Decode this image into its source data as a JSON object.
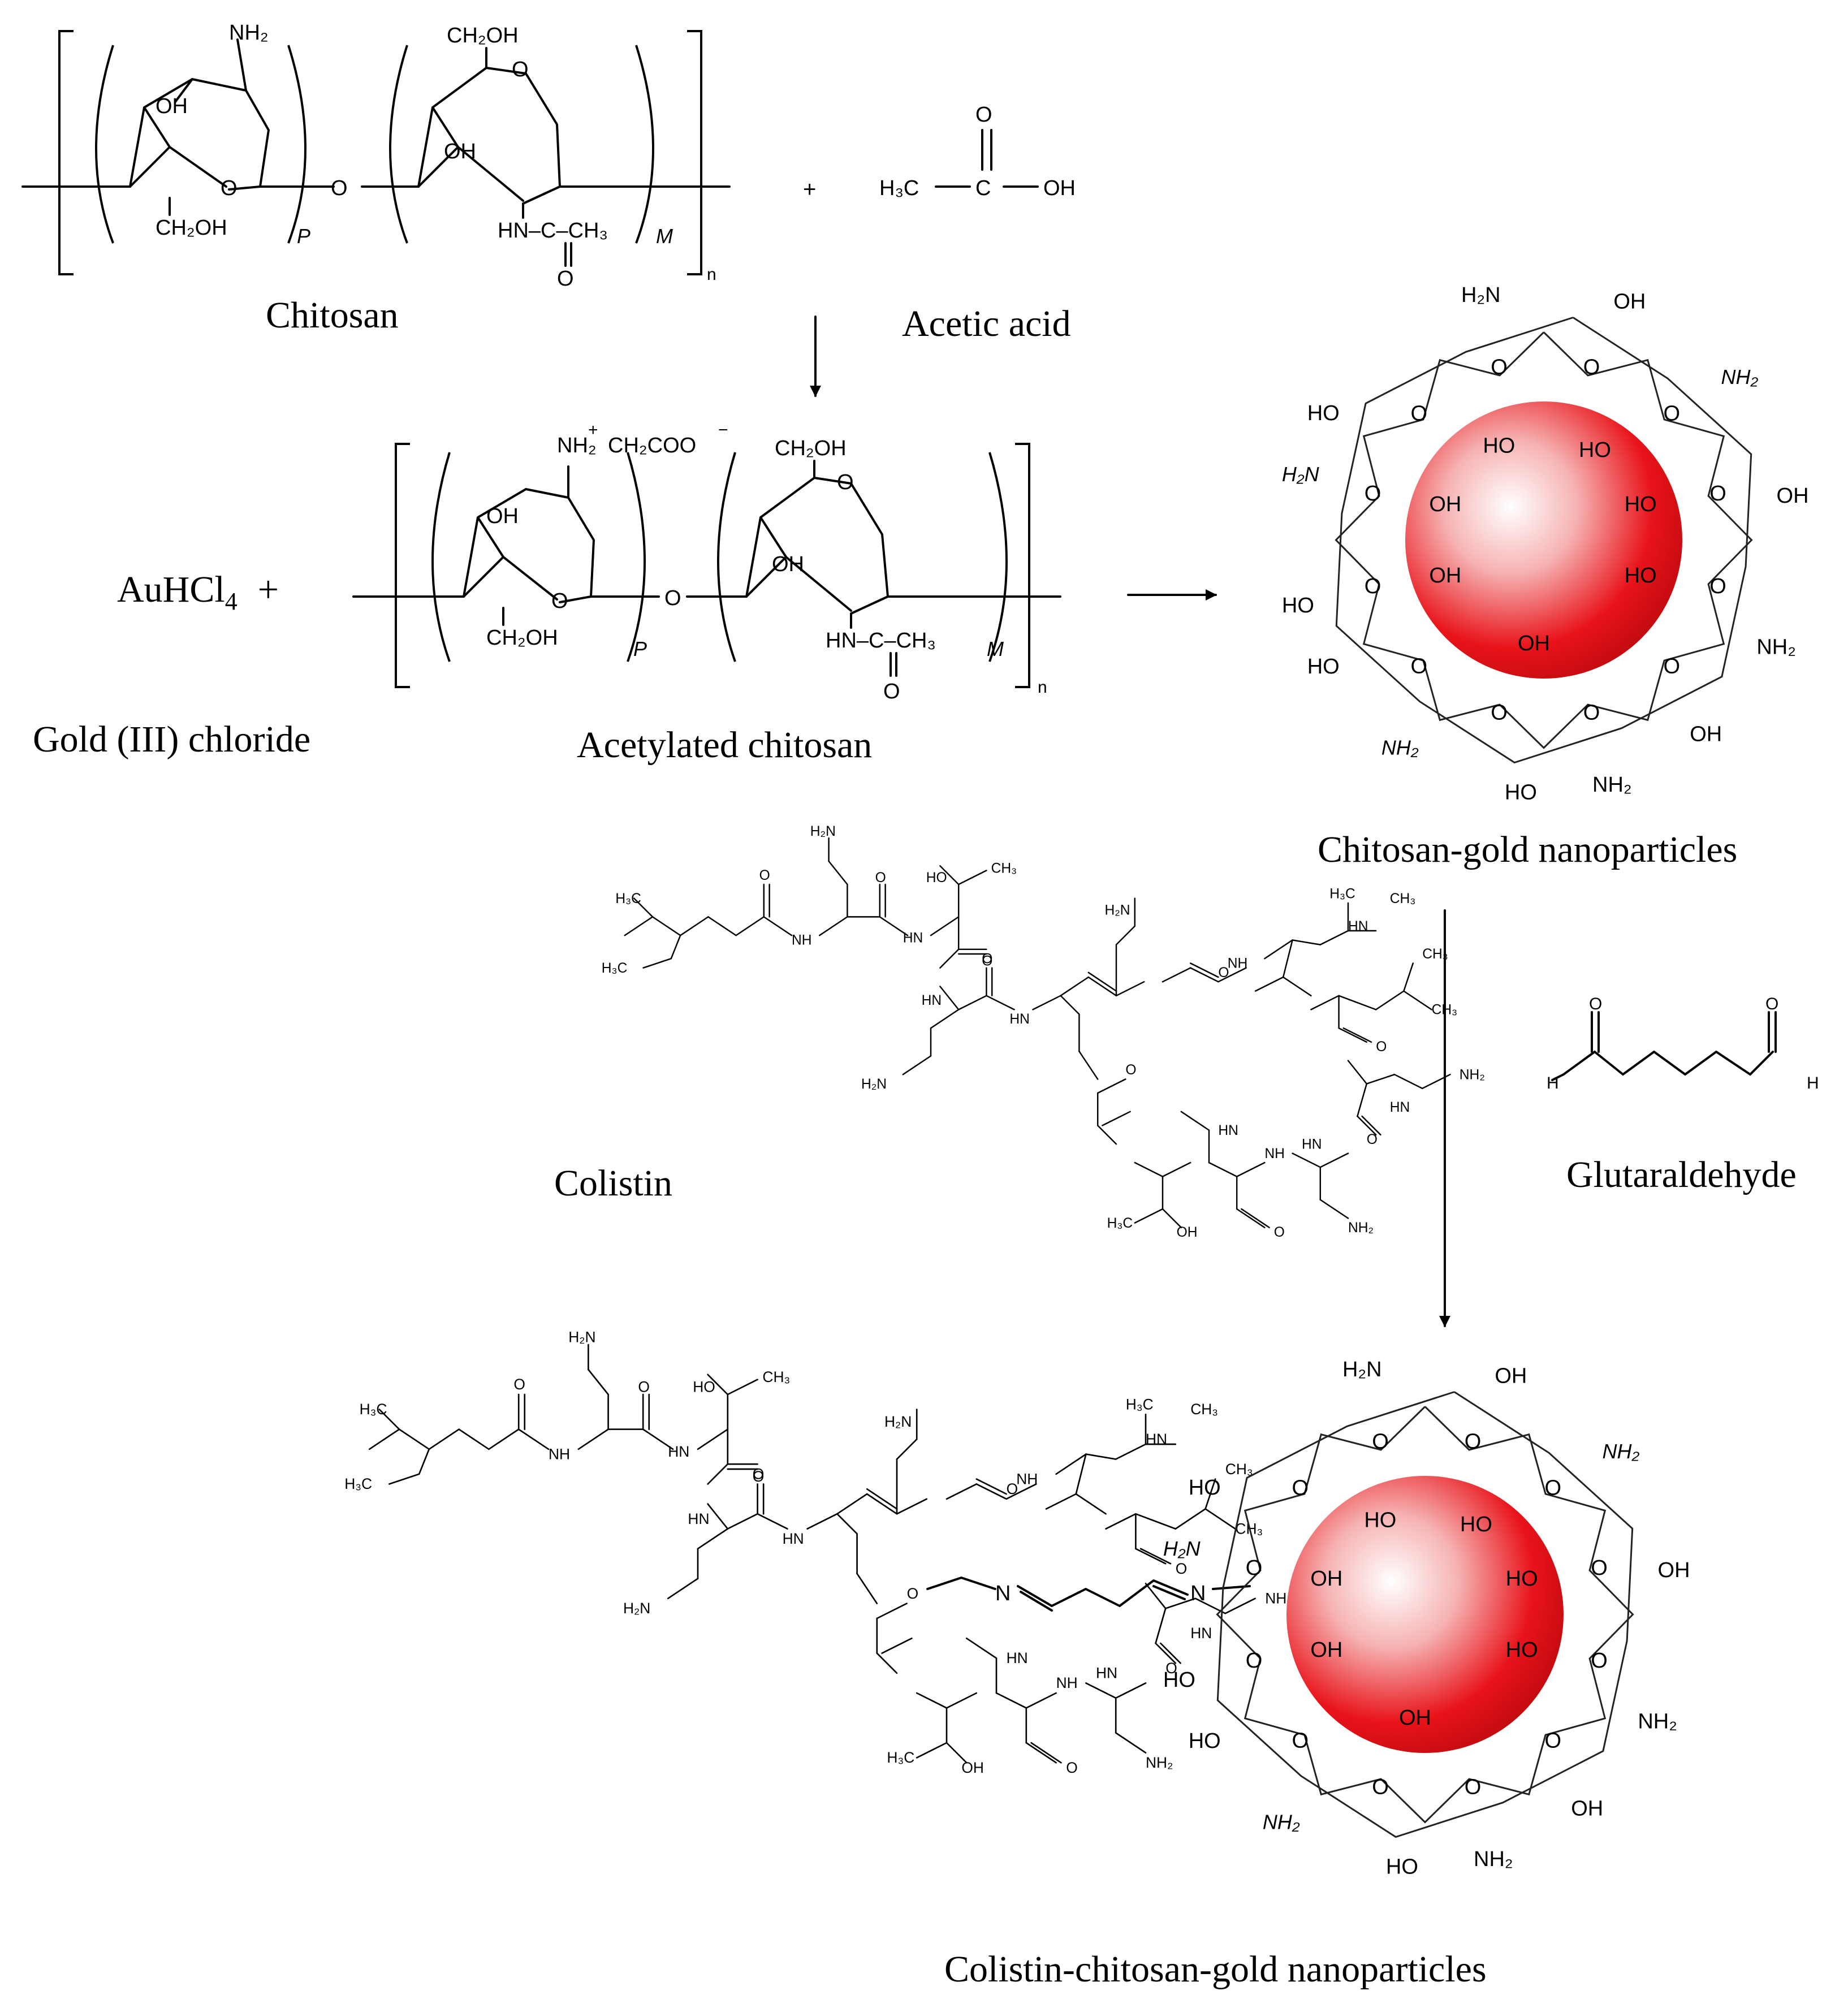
{
  "labels": {
    "chitosan": "Chitosan",
    "acetic_acid": "Acetic acid",
    "gold_chloride": "Gold (III) chloride",
    "acetylated_chitosan": "Acetylated chitosan",
    "chitosan_gold_np": "Chitosan-gold nanoparticles",
    "colistin": "Colistin",
    "glutaraldehyde": "Glutaraldehyde",
    "colistin_chitosan_gold_np": "Colistin-chitosan-gold nanoparticles"
  },
  "reagents": {
    "aucl4": "AuHCl",
    "aucl4_sub": "4",
    "plus": "+"
  },
  "atoms": {
    "nh2": "NH₂",
    "h2n": "H₂N",
    "oh": "OH",
    "ho": "HO",
    "o": "O",
    "ch2oh": "CH₂OH",
    "hn_c_ch3": "HN–C–CH₃",
    "h3c": "H₃C",
    "ch3": "CH₃",
    "c": "C",
    "nh": "NH",
    "hn": "HN",
    "n": "N",
    "h": "H",
    "p": "P",
    "m": "M",
    "n_sub": "n",
    "nh2_plus": "NH₂",
    "plus_charge": "+",
    "ch2coo": "CH₂COO",
    "minus_charge": "−",
    "ohho": "OHO",
    "oho": "OHO"
  },
  "colors": {
    "nanoparticle": "#e8141a",
    "nanoparticle_highlight": "#ffffff",
    "ink": "#000000"
  }
}
